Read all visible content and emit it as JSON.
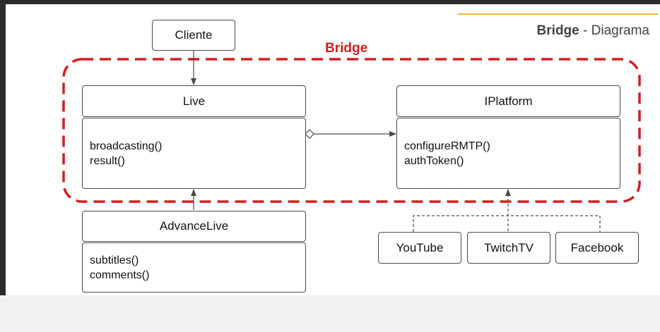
{
  "header": {
    "title_bold": "Bridge",
    "title_sep": " - ",
    "title_rest": "Diagrama"
  },
  "bridge_label": "Bridge",
  "nodes": {
    "cliente": "Cliente",
    "live": {
      "title": "Live",
      "methods": [
        "broadcasting()",
        "result()"
      ]
    },
    "iplatform": {
      "title": "IPlatform",
      "methods": [
        "configureRMTP()",
        "authToken()"
      ]
    },
    "advance_live": {
      "title": "AdvanceLive",
      "methods": [
        "subtitles()",
        "comments()"
      ]
    },
    "youtube": "YouTube",
    "twitchtv": "TwitchTV",
    "facebook": "Facebook"
  },
  "colors": {
    "bridge_red": "#d11e1e",
    "header_accent": "#f0b43c",
    "line": "#4a4a4a"
  }
}
